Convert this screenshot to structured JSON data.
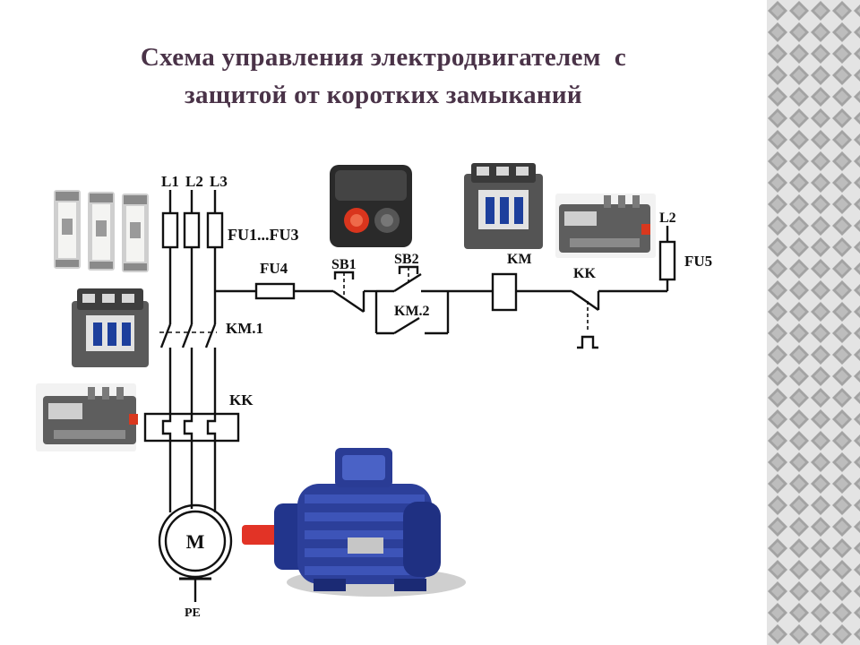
{
  "title": {
    "line1": "Схема управления электродвигателем  с",
    "line2": "защитой от коротких замыканий"
  },
  "labels": {
    "phase_l1": "L1",
    "phase_l2": "L2",
    "phase_l3": "L3",
    "fuses_main": "FU1...FU3",
    "fuse_control": "FU4",
    "button_stop": "SB1",
    "button_start": "SB2",
    "contactor_main": "KM.1",
    "contactor_aux": "KM.2",
    "contactor_coil": "KM",
    "thermal_relay_contact": "KK",
    "thermal_relay": "KK",
    "phase_l2_control": "L2",
    "fuse_fu5": "FU5",
    "motor": "M",
    "ground": "PE"
  },
  "colors": {
    "title": "#4a3348",
    "wire": "#111111",
    "motor_body": "#2c3f9a",
    "pattern_light": "#e6e6e6",
    "pattern_dark": "#9a9a9a"
  },
  "icons": [
    "fuse-holders-photo",
    "contactor-photo",
    "thermal-relay-photo",
    "push-button-station-photo",
    "motor-photo"
  ]
}
